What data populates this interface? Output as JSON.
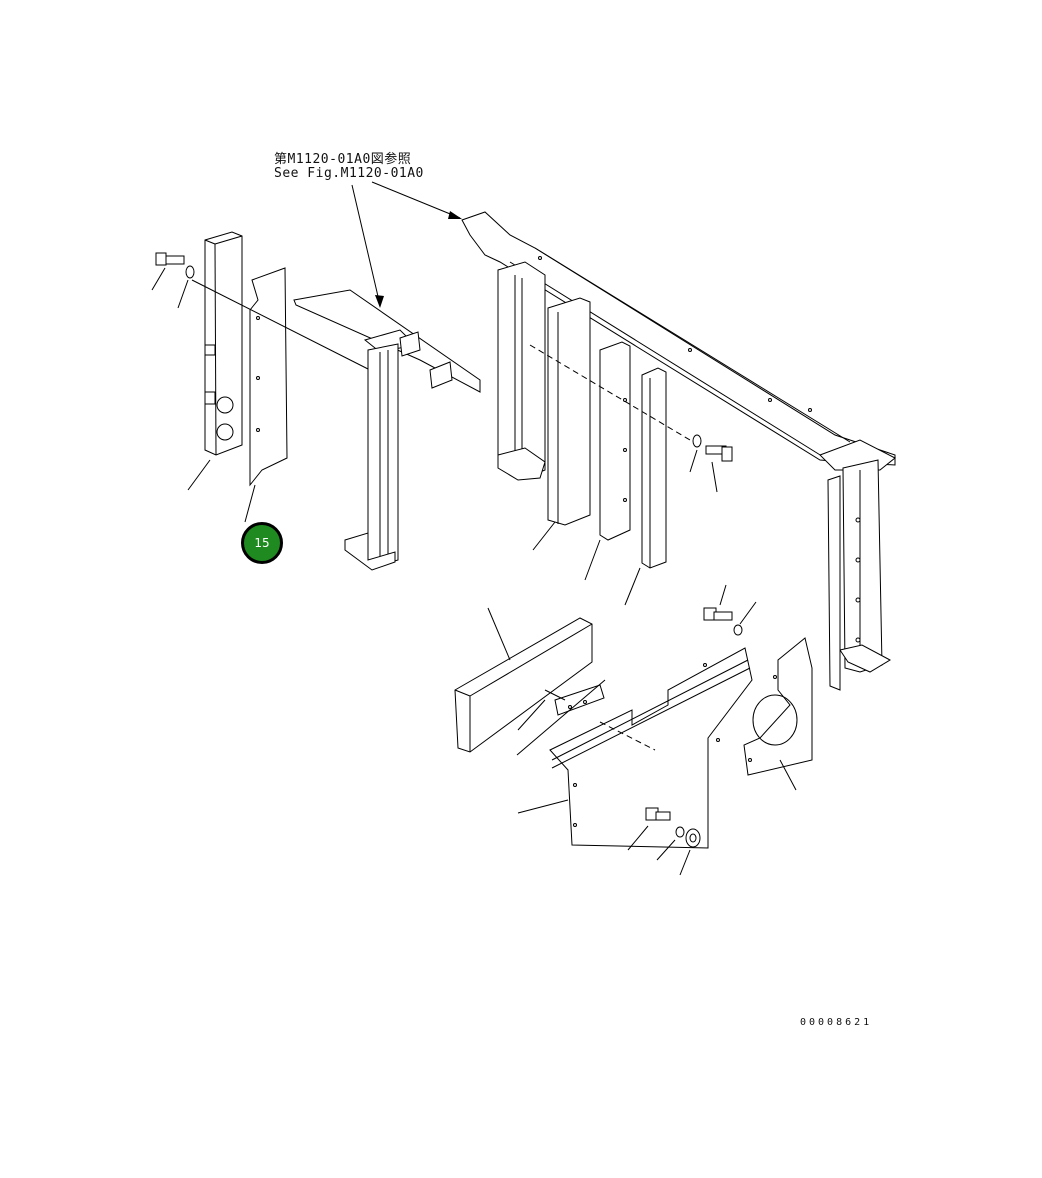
{
  "diagram": {
    "reference_note_jp": "第M1120-01A0図参照",
    "reference_note_en": "See Fig.M1120-01A0",
    "drawing_number": "00008621",
    "callout": {
      "number": "15",
      "color": "#1f8a1f"
    }
  }
}
